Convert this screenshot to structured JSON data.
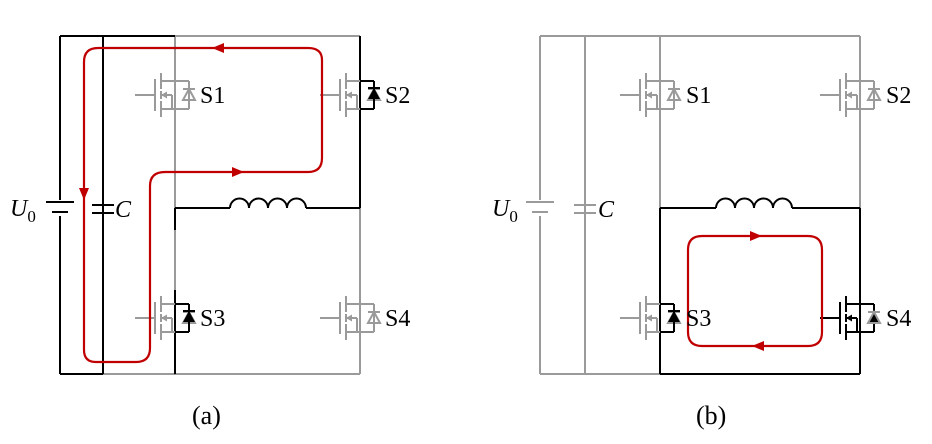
{
  "panel_a": {
    "caption": "(a)",
    "source": {
      "symbol": "U",
      "subscript": "0"
    },
    "capacitor": "C",
    "switches": [
      "S1",
      "S2",
      "S3",
      "S4"
    ]
  },
  "panel_b": {
    "caption": "(b)",
    "source": {
      "symbol": "U",
      "subscript": "0"
    },
    "capacitor": "C",
    "switches": [
      "S1",
      "S2",
      "S3",
      "S4"
    ]
  },
  "colors": {
    "active_wire": "#000000",
    "inactive_wire": "#9a9a9a",
    "current_path": "#c00000"
  }
}
